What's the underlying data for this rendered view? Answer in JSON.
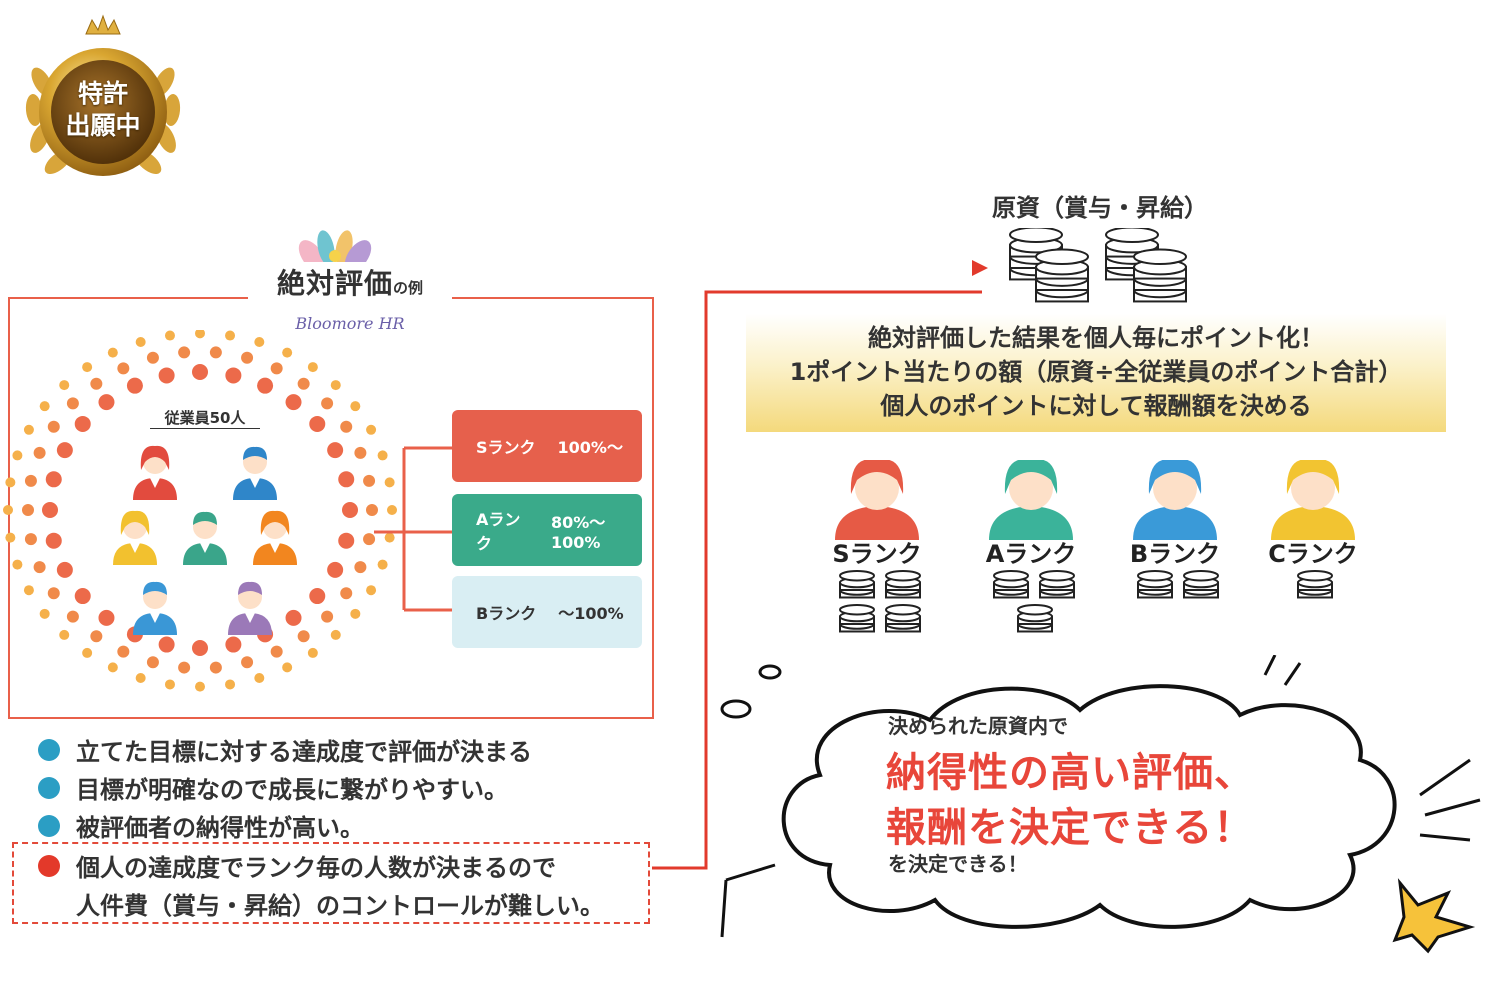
{
  "badge": {
    "line1": "特許",
    "line2": "出願中"
  },
  "absolute_eval": {
    "title": "絶対評価",
    "title_suffix": "の例",
    "brand": "Bloomore HR",
    "employees_label": "従業員50人",
    "ranks": [
      {
        "rank": "Sランク",
        "range": "100%〜"
      },
      {
        "rank": "Aランク",
        "range": "80%〜100%"
      },
      {
        "rank": "Bランク",
        "range": "〜100%"
      }
    ]
  },
  "bullets": [
    {
      "text": "立てた目標に対する達成度で評価が決まる",
      "color": "#2b9ec4"
    },
    {
      "text": "目標が明確なので成長に繋がりやすい。",
      "color": "#2b9ec4"
    },
    {
      "text": "被評価者の納得性が高い。",
      "color": "#2b9ec4"
    }
  ],
  "warning": {
    "line1": "個人の達成度でランク毎の人数が決まるので",
    "line2": "人件費（賞与・昇給）のコントロールが難しい。",
    "color": "#e3392a"
  },
  "fund": {
    "title": "原資（賞与・昇給）"
  },
  "banner": {
    "line1": "絶対評価した結果を個人毎にポイント化！",
    "line2": "1ポイント当たりの額（原資÷全従業員のポイント合計）",
    "line3": "個人のポイントに対して報酬額を決める"
  },
  "people": [
    {
      "label": "Sランク",
      "color": "#e65a45",
      "coin_stacks": 4
    },
    {
      "label": "Aランク",
      "color": "#3bb39a",
      "coin_stacks": 3
    },
    {
      "label": "Bランク",
      "color": "#3a9ad8",
      "coin_stacks": 2
    },
    {
      "label": "Cランク",
      "color": "#f2c431",
      "coin_stacks": 1
    }
  ],
  "cloud": {
    "small": "決められた原資内で",
    "big1": "納得性の高い評価、",
    "big2": "報酬を決定できる！",
    "bottom": "を決定できる！"
  },
  "colors": {
    "accent_red": "#e9604a",
    "gold": "#c8951e"
  }
}
